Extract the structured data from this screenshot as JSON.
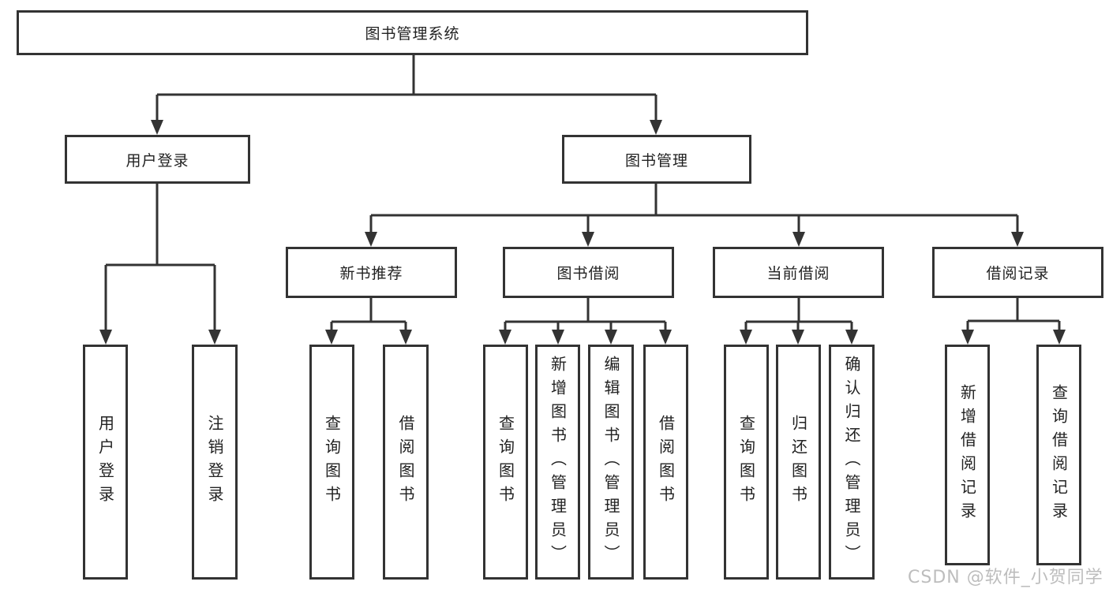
{
  "colors": {
    "line": "#333333",
    "text": "#222222",
    "bg": "#ffffff",
    "watermark": "#bdbdbd"
  },
  "watermark": {
    "text": "CSDN @软件_小贺同学"
  },
  "nodes": {
    "root": {
      "label": "图书管理系统"
    },
    "user_login": {
      "label": "用户登录"
    },
    "book_mgmt": {
      "label": "图书管理"
    },
    "new_book_rec": {
      "label": "新书推荐"
    },
    "book_borrow": {
      "label": "图书借阅"
    },
    "current_borrow": {
      "label": "当前借阅"
    },
    "borrow_records": {
      "label": "借阅记录"
    },
    "leaf_user_login": {
      "label": "用户登录"
    },
    "leaf_logout": {
      "label": "注销登录"
    },
    "leaf_rec_query_books": {
      "label": "查询图书"
    },
    "leaf_rec_borrow_books": {
      "label": "借阅图书"
    },
    "leaf_bor_query_books": {
      "label": "查询图书"
    },
    "leaf_bor_add_books": {
      "label": "新增图书（管理员）"
    },
    "leaf_bor_edit_books": {
      "label": "编辑图书（管理员）"
    },
    "leaf_bor_borrow_books": {
      "label": "借阅图书"
    },
    "leaf_cur_query_books": {
      "label": "查询图书"
    },
    "leaf_cur_return_books": {
      "label": "归还图书"
    },
    "leaf_cur_confirm_return": {
      "label": "确认归还（管理员）"
    },
    "leaf_recd_add_record": {
      "label": "新增借阅记录"
    },
    "leaf_recd_query_record": {
      "label": "查询借阅记录"
    }
  },
  "edges": [
    {
      "from": "root",
      "to": "user_login"
    },
    {
      "from": "root",
      "to": "book_mgmt"
    },
    {
      "from": "user_login",
      "to": "leaf_user_login"
    },
    {
      "from": "user_login",
      "to": "leaf_logout"
    },
    {
      "from": "book_mgmt",
      "to": "new_book_rec"
    },
    {
      "from": "book_mgmt",
      "to": "book_borrow"
    },
    {
      "from": "book_mgmt",
      "to": "current_borrow"
    },
    {
      "from": "book_mgmt",
      "to": "borrow_records"
    },
    {
      "from": "new_book_rec",
      "to": "leaf_rec_query_books"
    },
    {
      "from": "new_book_rec",
      "to": "leaf_rec_borrow_books"
    },
    {
      "from": "book_borrow",
      "to": "leaf_bor_query_books"
    },
    {
      "from": "book_borrow",
      "to": "leaf_bor_add_books"
    },
    {
      "from": "book_borrow",
      "to": "leaf_bor_edit_books"
    },
    {
      "from": "book_borrow",
      "to": "leaf_bor_borrow_books"
    },
    {
      "from": "current_borrow",
      "to": "leaf_cur_query_books"
    },
    {
      "from": "current_borrow",
      "to": "leaf_cur_return_books"
    },
    {
      "from": "current_borrow",
      "to": "leaf_cur_confirm_return"
    },
    {
      "from": "borrow_records",
      "to": "leaf_recd_add_record"
    },
    {
      "from": "borrow_records",
      "to": "leaf_recd_query_record"
    }
  ]
}
